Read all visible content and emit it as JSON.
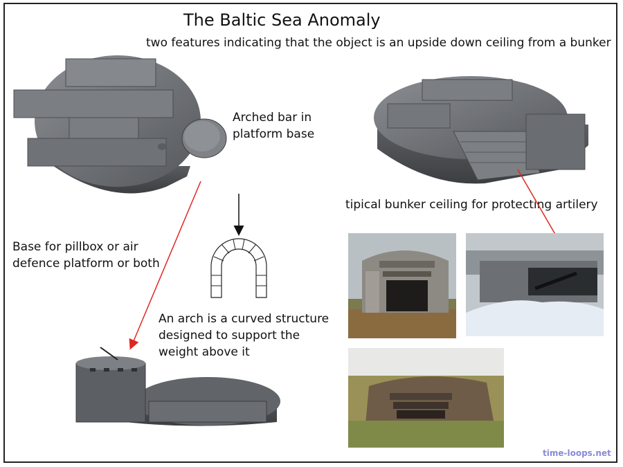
{
  "title": "The Baltic Sea Anomaly",
  "subtitle": "two features indicating that the object is an upside down ceiling from a bunker",
  "labels": {
    "arched_bar": [
      "Arched bar in",
      "platform base"
    ],
    "bunker_ceiling": "tipical bunker ceiling for protecting artilery",
    "pillbox_base": [
      "Base for pillbox or air",
      "defence platform or both"
    ],
    "arch_definition": [
      "An arch is a curved structure",
      "designed to support the",
      "weight above it"
    ]
  },
  "watermark": "time-loops.net",
  "colors": {
    "arrow_red": "#e0271f",
    "watermark": "#8a8ad8",
    "concrete": "#6e7175"
  },
  "images": {
    "anomaly_top": "3D render of circular anomaly seen from above",
    "anomaly_side": "3D render of anomaly with stepped ramp",
    "anomaly_flipped": "3D render of anomaly flipped as pillbox base",
    "arch_diagram": "stone arch diagram with arrow",
    "bunker_photo_1": "concrete bunker in autumn field",
    "bunker_photo_2": "bunker ceiling with gun barrel in snow",
    "bunker_photo_3": "weathered bunker in grass"
  }
}
